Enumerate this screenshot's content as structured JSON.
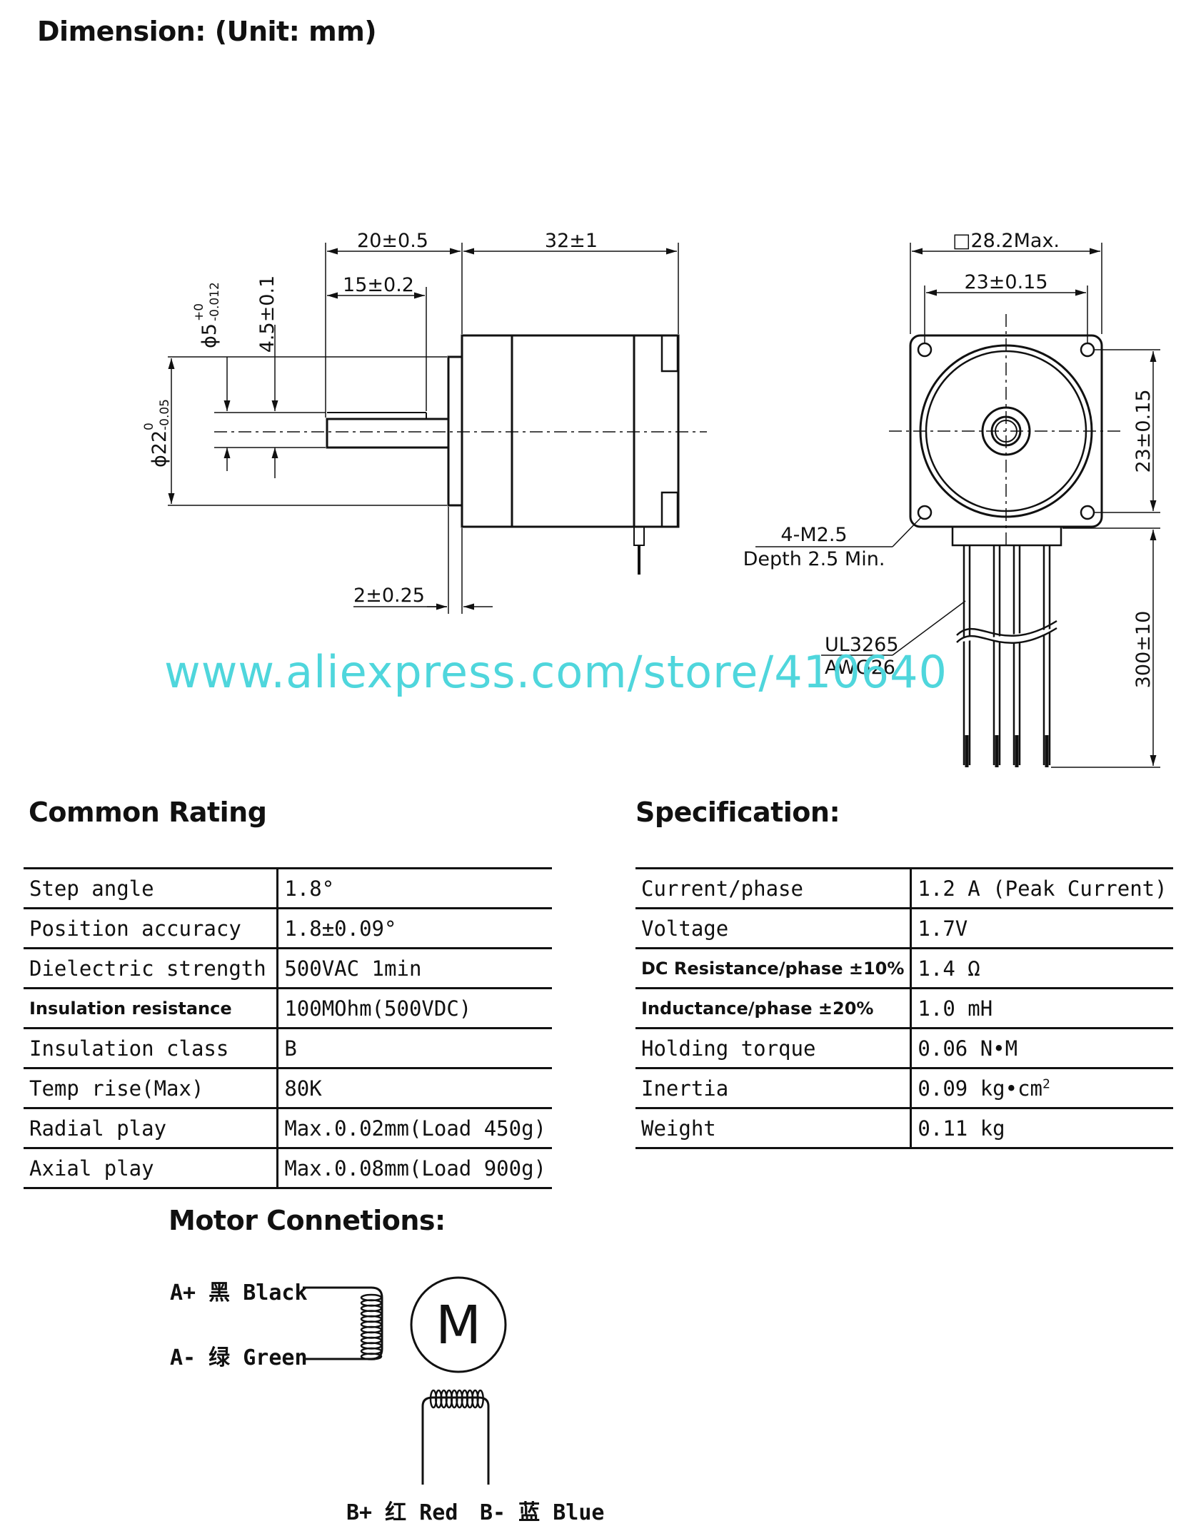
{
  "titles": {
    "dimension": "Dimension: (Unit: mm)",
    "common_rating": "Common Rating",
    "specification": "Specification:",
    "motor_connections": "Motor Connetions:"
  },
  "drawing": {
    "side": {
      "len_body": "32±1",
      "len_shaft": "20±0.5",
      "len_flat": "15±0.2",
      "flat_depth": "4.5±0.1",
      "shaft_dia_main": "ϕ5",
      "shaft_dia_tol_up": "+0",
      "shaft_dia_tol_low": "-0.012",
      "boss_dia_main": "ϕ22",
      "boss_dia_tol_up": "0",
      "boss_dia_tol_low": "-0.05",
      "boss_height": "2±0.25"
    },
    "front": {
      "square": "□28.2Max.",
      "hole_pitch_x": "23±0.15",
      "hole_pitch_y": "23±0.15",
      "screw_line1": "4-M2.5",
      "screw_line2": "Depth 2.5 Min.",
      "wire_line1": "UL3265",
      "wire_line2": "AWG26",
      "lead_length": "300±10"
    }
  },
  "watermark": "www.aliexpress.com/store/410640",
  "common_rating": [
    {
      "label": "Step angle",
      "value": "1.8°"
    },
    {
      "label": "Position accuracy",
      "value": "1.8±0.09°"
    },
    {
      "label": "Dielectric strength",
      "value": "500VAC 1min"
    },
    {
      "label": "Insulation resistance",
      "value": "100MOhm(500VDC)"
    },
    {
      "label": "Insulation class",
      "value": "B"
    },
    {
      "label": "Temp rise(Max)",
      "value": "80K"
    },
    {
      "label": "Radial play",
      "value": "Max.0.02mm(Load 450g)"
    },
    {
      "label": "Axial play",
      "value": "Max.0.08mm(Load 900g)"
    }
  ],
  "specification": [
    {
      "label": "Current/phase",
      "value": "1.2 A (Peak Current)"
    },
    {
      "label": "Voltage",
      "value": "1.7V"
    },
    {
      "label": "DC Resistance/phase ±10%",
      "value": "1.4 Ω"
    },
    {
      "label": "Inductance/phase ±20%",
      "value": "1.0 mH"
    },
    {
      "label": "Holding torque",
      "value": "0.06 N•M"
    },
    {
      "label": "Inertia",
      "value": "0.09 kg•cm",
      "sup": "2"
    },
    {
      "label": "Weight",
      "value": "0.11 kg"
    }
  ],
  "connections": {
    "a_plus": "A+ 黑 Black",
    "a_minus": "A- 绿 Green",
    "b_plus": "B+ 红 Red",
    "b_minus": "B- 蓝 Blue",
    "motor_letter": "M"
  }
}
